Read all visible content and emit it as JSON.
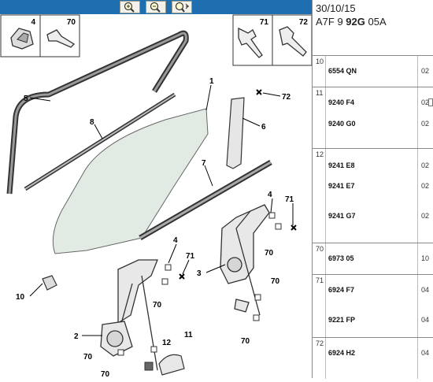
{
  "toolbar": {
    "buttons": [
      {
        "name": "zoom-in-button",
        "icon": "zoom-in-icon"
      },
      {
        "name": "zoom-out-button",
        "icon": "zoom-out-icon"
      },
      {
        "name": "zoom-fit-button",
        "icon": "zoom-fit-icon"
      }
    ]
  },
  "header": {
    "date": "30/10/15",
    "ref_prefix": "A7F 9 ",
    "ref_bold": "92G",
    "ref_suffix": " 05A"
  },
  "diagram": {
    "callouts": {
      "c1": "1",
      "c2": "2",
      "c3": "3",
      "c4a": "4",
      "c4b": "4",
      "c4c": "4",
      "c5": "5",
      "c6": "6",
      "c7": "7",
      "c8": "8",
      "c10": "10",
      "c11": "11",
      "c12": "12",
      "c70a": "70",
      "c70b": "70",
      "c70c": "70",
      "c70d": "70",
      "c70e": "70",
      "c70f": "70",
      "c71a": "71",
      "c71b": "71",
      "c71c": "71",
      "c72": "72"
    },
    "insets": {
      "left_a": "4",
      "left_b": "70",
      "right_a": "71",
      "right_b": "72"
    }
  },
  "parts": [
    {
      "num": "10",
      "rows": [
        {
          "ref": "6554 QN",
          "qty": "02"
        }
      ]
    },
    {
      "num": "11",
      "rows": [
        {
          "ref": "9240 F4",
          "qty": "02"
        },
        {
          "ref": "9240 G0",
          "qty": "02"
        }
      ]
    },
    {
      "num": "12",
      "rows": [
        {
          "ref": "9241 E8",
          "qty": "02"
        },
        {
          "ref": "9241 E7",
          "qty": "02"
        },
        {
          "ref": "9241 G7",
          "qty": "02"
        }
      ]
    },
    {
      "num": "70",
      "rows": [
        {
          "ref": "6973 05",
          "qty": "10"
        }
      ]
    },
    {
      "num": "71",
      "rows": [
        {
          "ref": "6924 F7",
          "qty": "04"
        },
        {
          "ref": "9221 FP",
          "qty": "04"
        }
      ]
    },
    {
      "num": "72",
      "rows": [
        {
          "ref": "6924 H2",
          "qty": "04"
        }
      ]
    }
  ]
}
